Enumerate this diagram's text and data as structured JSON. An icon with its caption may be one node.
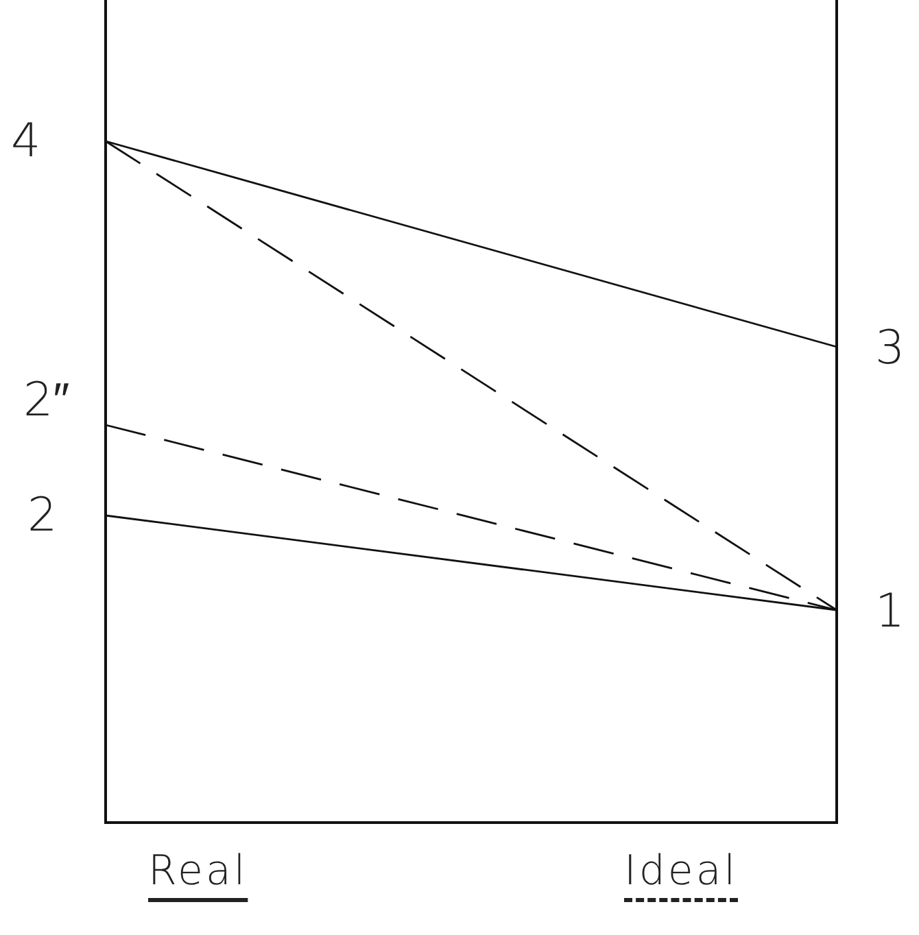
{
  "diagram": {
    "nodes": [
      {
        "text": [
          "4"
        ]
      },
      {
        "text": [
          "2″"
        ]
      },
      {
        "text": [
          "2"
        ]
      },
      {
        "text": [
          "3"
        ]
      },
      {
        "text": [
          "1"
        ]
      }
    ],
    "edges": [
      {
        "from": 0,
        "to": 3,
        "arrow": "none"
      },
      {
        "from": 0,
        "to": 4,
        "arrow": "none",
        "style": "dashed"
      },
      {
        "from": 1,
        "to": 4,
        "arrow": "none",
        "style": "dashed"
      },
      {
        "from": 2,
        "to": 4,
        "arrow": "none"
      }
    ],
    "labels": [
      "Real",
      "Ideal"
    ]
  }
}
